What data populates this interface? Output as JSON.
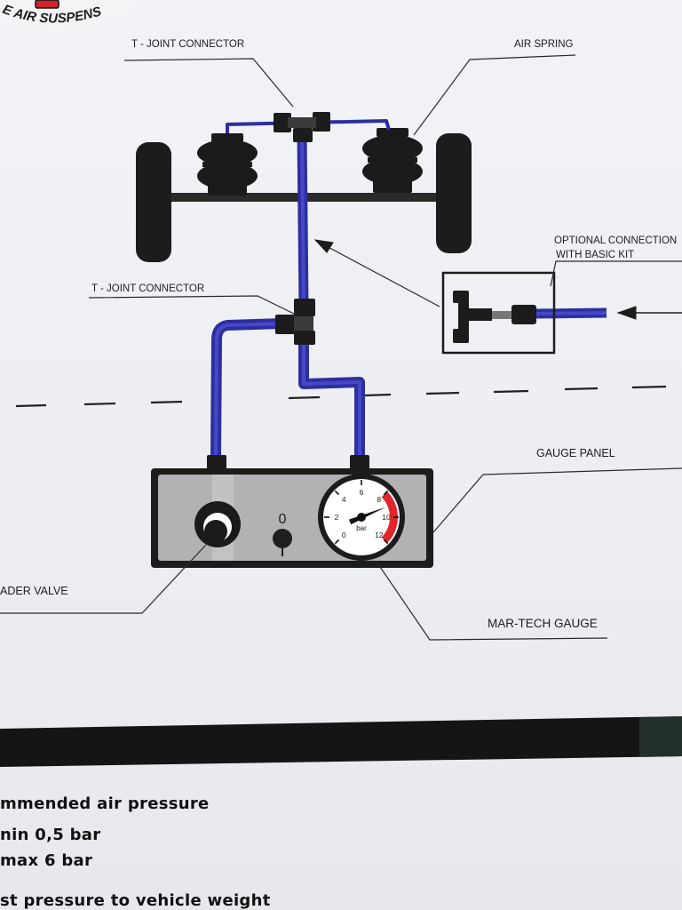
{
  "logo_text": "E AIR SUSPENS",
  "labels": {
    "t_joint_top": "T - JOINT CONNECTOR",
    "air_spring": "AIR SPRING",
    "optional_line1": "OPTIONAL CONNECTION",
    "optional_line2": "WITH BASIC KIT",
    "t_joint_mid": "T - JOINT CONNECTOR",
    "gauge_panel": "GAUGE PANEL",
    "loader_valve": "ADER VALVE",
    "mar_tech_gauge": "MAR-TECH GAUGE"
  },
  "switch_label": "0",
  "gauge": {
    "unit": "bar",
    "ticks": [
      "0",
      "2",
      "4",
      "6",
      "8",
      "10",
      "12"
    ],
    "red_zone_color": "#e0262b",
    "value": 9
  },
  "colors": {
    "air_line": "#2d2f9e",
    "air_line_highlight": "#4548c8",
    "panel": "#b4b1b4",
    "dark": "#1a1a1a"
  },
  "footer": {
    "line1": "mmended air pressure",
    "line2": "nin 0,5 bar",
    "line3": "max 6 bar",
    "line4": "st pressure to vehicle weight"
  }
}
